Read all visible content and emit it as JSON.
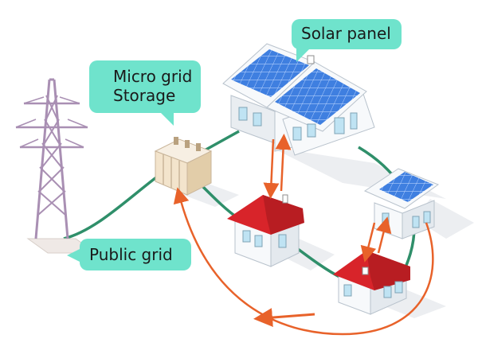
{
  "labels": {
    "solar_panel": "Solar panel",
    "micro_grid_line1": "Micro grid",
    "micro_grid_line2": "Storage",
    "public_grid": "Public grid"
  },
  "icons": [
    "transmission-tower-icon",
    "storage-unit-icon",
    "large-house-icon",
    "red-roof-house-icon",
    "solar-roof-house-icon",
    "flow-arrow-icon"
  ],
  "colors": {
    "callout": "#6fe3cc",
    "grid_line": "#2f8f6a",
    "flow_arrow": "#e8622a",
    "roof_red": "#d8242a",
    "solar_blue": "#3f7fe0",
    "tower": "#a98fb3",
    "wall": "#f1f3f5"
  }
}
